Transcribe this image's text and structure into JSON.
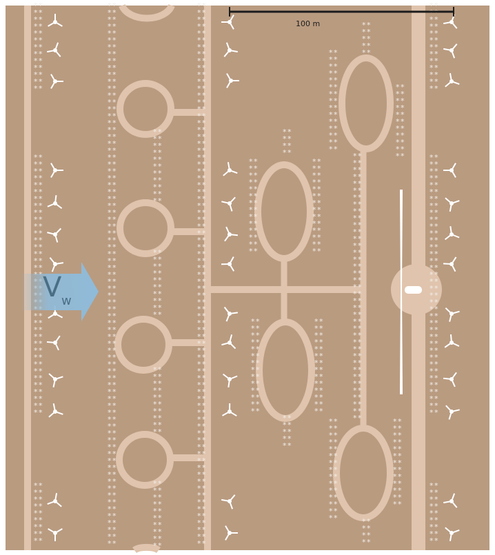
{
  "scale_bar": {
    "label": "100 m"
  },
  "wind_arrow": {
    "label_main": "V",
    "label_sub": "w"
  },
  "colors": {
    "ground": "#b99b80",
    "road": "#e0c4ad",
    "marker": "#ffffff",
    "wind_arrow": "#8fbbd9",
    "text": "#1c1c1c"
  },
  "legend": []
}
